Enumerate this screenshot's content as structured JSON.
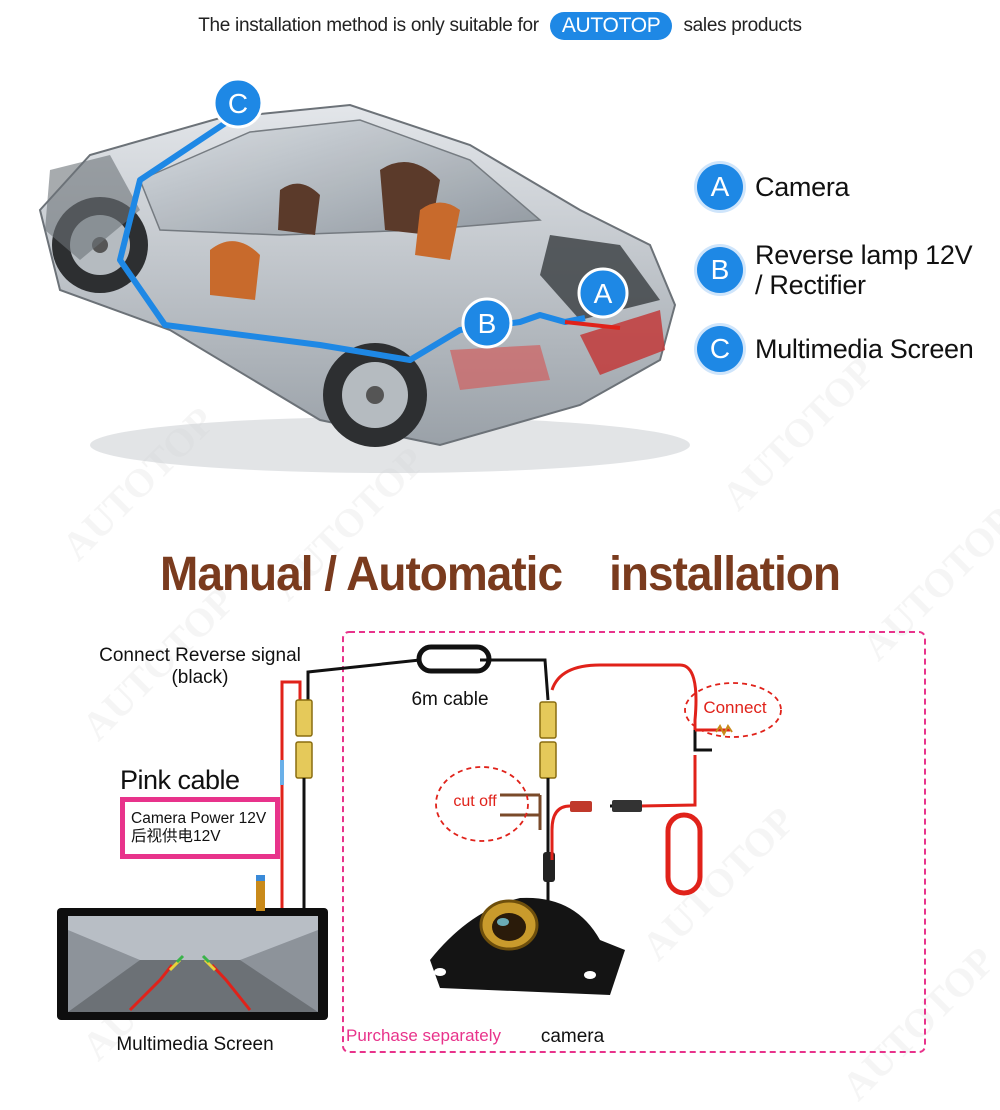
{
  "header": {
    "note_before": "The installation method is only suitable for",
    "brand": "AUTOTOP",
    "note_after": "sales products"
  },
  "car_labels": {
    "a": "A",
    "b": "B",
    "c": "C"
  },
  "legend": [
    {
      "badge": "A",
      "text": "Camera"
    },
    {
      "badge": "B",
      "text": "Reverse lamp 12V",
      "text2": "/ Rectifier"
    },
    {
      "badge": "C",
      "text": "Multimedia Screen"
    }
  ],
  "diagram": {
    "title_left": "Manual / Automatic",
    "title_right": "installation",
    "reverse_signal_line1": "Connect Reverse signal",
    "reverse_signal_line2": "(black)",
    "cable_length": "6m cable",
    "connect": "Connect",
    "cut_off": "cut off",
    "pink_cable": "Pink cable",
    "power_en": "Camera Power 12V",
    "power_cn": "后视供电12V",
    "screen_label": "Multimedia Screen",
    "purchase_note": "Purchase separately",
    "camera_label": "camera"
  },
  "watermark_text": "AUTOTOP",
  "colors": {
    "accent_blue": "#1e88e5",
    "pink": "#e8338b",
    "red_wire": "#e0221a",
    "title_brown": "#7a3b1e"
  }
}
